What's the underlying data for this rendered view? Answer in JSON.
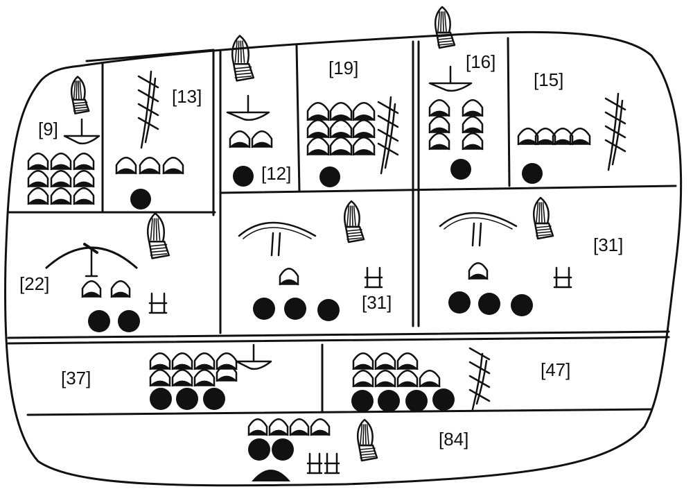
{
  "tablet": {
    "cells": [
      {
        "id": "c9",
        "label": "[9]"
      },
      {
        "id": "c13",
        "label": "[13]"
      },
      {
        "id": "c12",
        "label": "[12]"
      },
      {
        "id": "c19",
        "label": "[19]"
      },
      {
        "id": "c16",
        "label": "[16]"
      },
      {
        "id": "c15",
        "label": "[15]"
      },
      {
        "id": "c22",
        "label": "[22]"
      },
      {
        "id": "c31a",
        "label": "[31]"
      },
      {
        "id": "c31b",
        "label": "[31]"
      },
      {
        "id": "c37",
        "label": "[37]"
      },
      {
        "id": "c47",
        "label": "[47]"
      },
      {
        "id": "c84",
        "label": "[84]"
      }
    ]
  }
}
